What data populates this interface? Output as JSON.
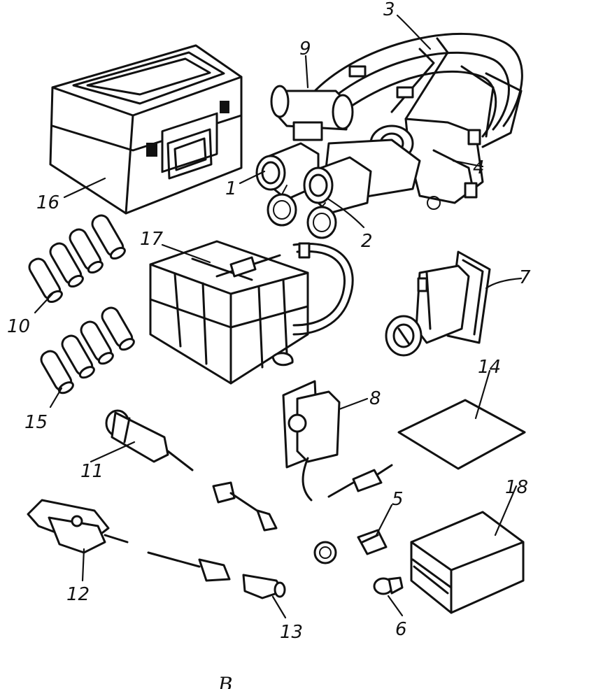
{
  "callouts": {
    "c1": "1",
    "c2": "2",
    "c3": "3",
    "c4": "4",
    "c5": "5",
    "c6": "6",
    "c7": "7",
    "c8": "8",
    "c9": "9",
    "c10": "10",
    "c11": "11",
    "c12": "12",
    "c13": "13",
    "c14": "14",
    "c15": "15",
    "c16": "16",
    "c17": "17",
    "c18": "18"
  },
  "caption": "В"
}
